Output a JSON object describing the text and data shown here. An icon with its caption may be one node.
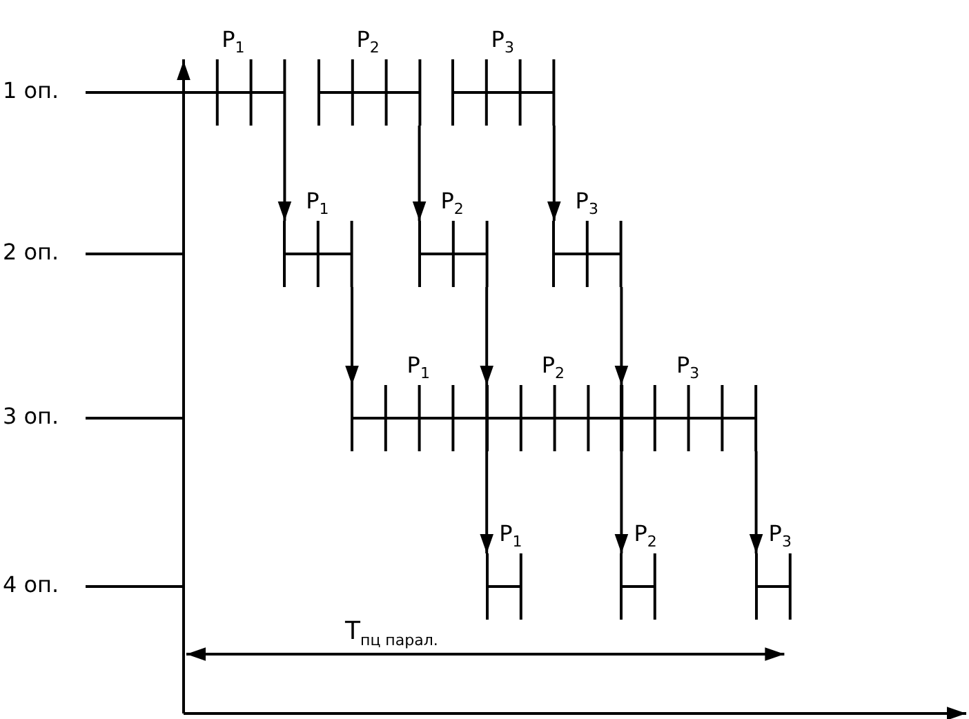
{
  "diagram": {
    "nodes": [
      {
        "text": [
          "P$_{1}$"
        ]
      },
      {
        "text": [
          "P$_{2}$"
        ]
      },
      {
        "text": [
          "P$_{3}$"
        ]
      },
      {
        "text": [
          "P$_{1}$"
        ]
      },
      {
        "text": [
          "P$_{2}$"
        ]
      },
      {
        "text": [
          "P$_{3}$"
        ]
      },
      {
        "text": [
          "P$_{1}$"
        ]
      },
      {
        "text": [
          "P$_{2}$"
        ]
      },
      {
        "text": [
          "P$_{3}$"
        ]
      },
      {
        "text": [
          "P$_{1}$"
        ]
      },
      {
        "text": [
          "P$_{2}$"
        ]
      },
      {
        "text": [
          "P$_{3}$"
        ]
      }
    ],
    "edges": [
      {
        "from": 0,
        "to": 3,
        "arrow": "to"
      },
      {
        "from": 1,
        "to": 4,
        "arrow": "to"
      },
      {
        "from": 2,
        "to": 5,
        "arrow": "to"
      },
      {
        "from": 3,
        "to": 6,
        "arrow": "to"
      },
      {
        "from": 4,
        "to": 7,
        "arrow": "to"
      },
      {
        "from": 5,
        "to": 8,
        "arrow": "to"
      },
      {
        "from": 6,
        "to": 9,
        "arrow": "to"
      },
      {
        "from": 7,
        "to": 10,
        "arrow": "to"
      },
      {
        "from": 8,
        "to": 11,
        "arrow": "to"
      }
    ],
    "labels": [
      "1 оп.",
      "2 оп.",
      "3 оп.",
      "4 оп.",
      "T$_{пц парал.}$"
    ]
  }
}
